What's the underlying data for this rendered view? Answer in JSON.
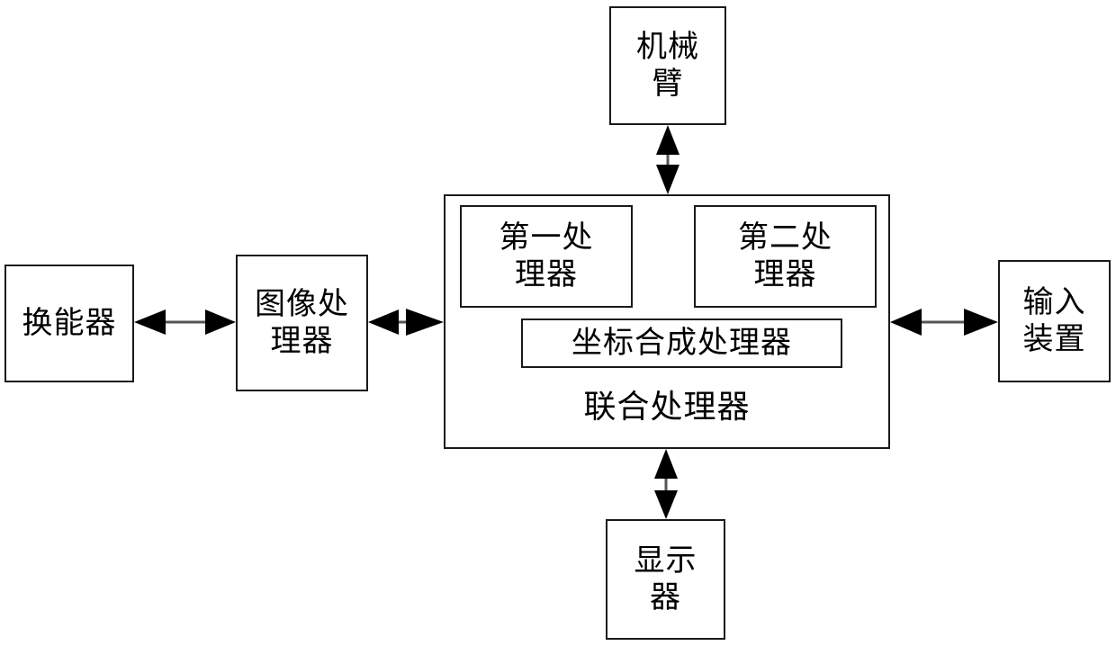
{
  "diagram": {
    "type": "block-diagram",
    "language": "zh-CN",
    "background_color": "#ffffff",
    "line_color": "#1a1a1a",
    "arrow_color": "#000000",
    "connector_color": "#555555",
    "blocks": {
      "robotic_arm": {
        "label": "机械\n臂"
      },
      "transducer": {
        "label": "换能器"
      },
      "image_processor": {
        "label": "图像处\n理器"
      },
      "input_device": {
        "label": "输入\n装置"
      },
      "display": {
        "label": "显示\n器"
      },
      "joint_processor": {
        "label": "联合处理器"
      },
      "first_processor": {
        "label": "第一处\n理器"
      },
      "second_processor": {
        "label": "第二处\n理器"
      },
      "coordinate_synthesis_processor": {
        "label": "坐标合成处理器"
      }
    },
    "connections": [
      {
        "from": "robotic_arm",
        "to": "joint_processor",
        "style": "double-arrow",
        "orientation": "vertical"
      },
      {
        "from": "transducer",
        "to": "image_processor",
        "style": "double-arrow",
        "orientation": "horizontal"
      },
      {
        "from": "image_processor",
        "to": "joint_processor",
        "style": "double-arrow",
        "orientation": "horizontal"
      },
      {
        "from": "joint_processor",
        "to": "input_device",
        "style": "double-arrow",
        "orientation": "horizontal"
      },
      {
        "from": "joint_processor",
        "to": "display",
        "style": "double-arrow",
        "orientation": "vertical"
      }
    ]
  }
}
